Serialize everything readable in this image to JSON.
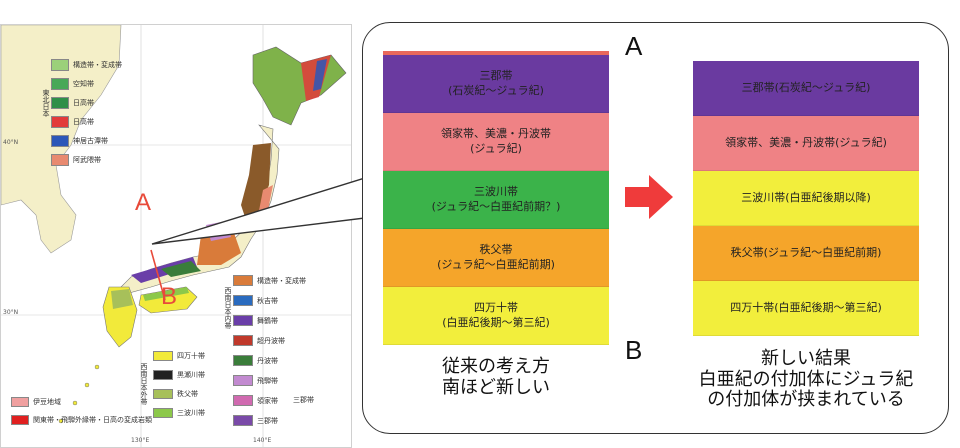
{
  "map": {
    "legend_top": [
      {
        "label": "構造帯・変成帯",
        "color": "#9bd07a"
      },
      {
        "label": "空知帯",
        "color": "#48a858"
      },
      {
        "label": "日高帯",
        "color": "#2f8f48"
      },
      {
        "label": "日高帯",
        "color": "#e23a3a"
      },
      {
        "label": "神居古潭帯",
        "color": "#2c57b8"
      },
      {
        "label": "阿武隈帯",
        "color": "#e88a70"
      }
    ],
    "legend_top_group_label": "東北日本",
    "legend_bottom_left": [
      {
        "label": "四万十帯",
        "color": "#f2ea3a"
      },
      {
        "label": "黒瀬川帯",
        "color": "#222222"
      },
      {
        "label": "秩父帯",
        "color": "#a7c05a"
      },
      {
        "label": "三波川帯",
        "color": "#8cc84a"
      }
    ],
    "legend_bottom_left_group_label": "西南日本外帯",
    "legend_bottom_right": [
      {
        "label": "構造帯・変成帯",
        "color": "#d97b3a"
      },
      {
        "label": "秋吉帯",
        "color": "#2a6bbf"
      },
      {
        "label": "舞鶴帯",
        "color": "#6a3ea8"
      },
      {
        "label": "超丹波帯",
        "color": "#c0392b"
      },
      {
        "label": "丹波帯",
        "color": "#3a7d3a"
      },
      {
        "label": "飛騨帯",
        "color": "#c28ad0"
      },
      {
        "label": "領家帯",
        "color": "#d06ab0"
      },
      {
        "label": "三郡帯",
        "color": "#7a4aa8"
      }
    ],
    "legend_bottom_right_group_label": "西南日本内帯",
    "legend_bottom_right_extra": "三郡帯",
    "legend_footer": [
      {
        "label": "伊豆地域",
        "color": "#f0a0a0"
      },
      {
        "label": "関東帯・飛騨外縁帯・日高の変成岩類",
        "color": "#e02020"
      }
    ],
    "tick_lat_top": "40°N",
    "tick_lat_bottom": "30°N",
    "tick_lon_left": "130°E",
    "tick_lon_right": "140°E",
    "letter_a": "A",
    "letter_b": "B",
    "colors": {
      "land_light": "#f4efc8",
      "sea": "#ffffff",
      "hokkaido": "#7fb24a",
      "tohoku_brown": "#8a5a2a"
    }
  },
  "compare": {
    "letter_a": "A",
    "letter_b": "B",
    "old_blocks": [
      {
        "lines": [
          "三郡帯",
          "(石炭紀〜ジュラ紀)"
        ],
        "color": "#6a3aa0"
      },
      {
        "lines": [
          "領家帯、美濃・丹波帯",
          "(ジュラ紀)"
        ],
        "color": "#ef8285"
      },
      {
        "lines": [
          "三波川帯",
          "(ジュラ紀〜白亜紀前期？)"
        ],
        "color": "#3bb34a"
      },
      {
        "lines": [
          "秩父帯",
          "(ジュラ紀〜白亜紀前期)"
        ],
        "color": "#f5a52a"
      },
      {
        "lines": [
          "四万十帯",
          "(白亜紀後期〜第三紀)"
        ],
        "color": "#f2ee3c"
      }
    ],
    "new_blocks": [
      {
        "text": "三郡帯(石炭紀〜ジュラ紀)",
        "color": "#6a3aa0"
      },
      {
        "text": "領家帯、美濃・丹波帯(ジュラ紀)",
        "color": "#ef8285"
      },
      {
        "text": "三波川帯(白亜紀後期以降)",
        "color": "#f2ee3c"
      },
      {
        "text": "秩父帯(ジュラ紀〜白亜紀前期)",
        "color": "#f5a52a"
      },
      {
        "text": "四万十帯(白亜紀後期〜第三紀)",
        "color": "#f2ee3c"
      }
    ],
    "arrow_color": "#ef3b3b",
    "caption_old": [
      "従来の考え方",
      "南ほど新しい"
    ],
    "caption_new": [
      "新しい結果",
      "白亜紀の付加体にジュラ紀",
      "の付加体が挟まれている"
    ]
  }
}
